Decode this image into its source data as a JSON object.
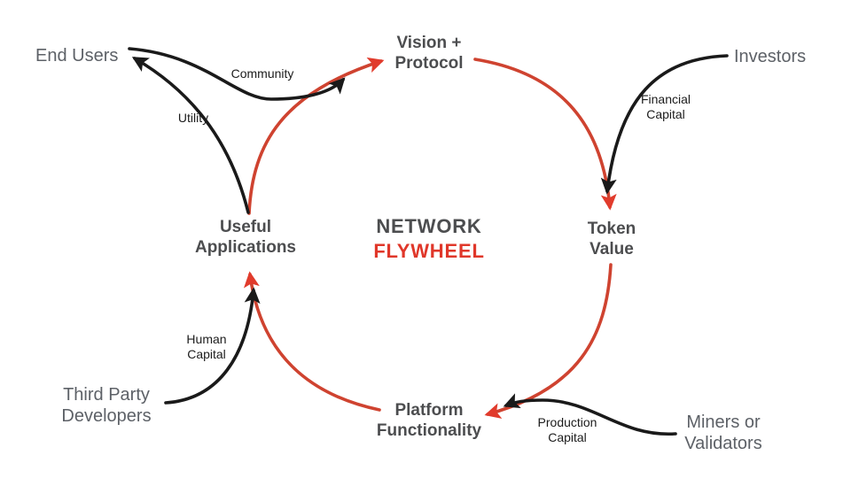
{
  "diagram": {
    "title_line1": "NETWORK",
    "title_line2": "FLYWHEEL"
  },
  "colors": {
    "flywheel_arrow_red": "#cf4330",
    "flywheel_arrowhead_red": "#e13b2c",
    "title_red": "#e0372a",
    "external_arrow_black": "#1a1a1a",
    "node_text": "#4c4d4f",
    "entity_text": "#5d6167"
  },
  "nodes": [
    {
      "id": "vision-protocol",
      "line1": "Vision +",
      "line2": "Protocol"
    },
    {
      "id": "token-value",
      "line1": "Token",
      "line2": "Value"
    },
    {
      "id": "platform-functionality",
      "line1": "Platform",
      "line2": "Functionality"
    },
    {
      "id": "useful-applications",
      "line1": "Useful",
      "line2": "Applications"
    }
  ],
  "entities": [
    {
      "id": "end-users",
      "text": "End Users"
    },
    {
      "id": "investors",
      "text": "Investors"
    },
    {
      "id": "third-party-developers",
      "line1": "Third Party",
      "line2": "Developers"
    },
    {
      "id": "miners-validators",
      "line1": "Miners or",
      "line2": "Validators"
    }
  ],
  "edge_labels": [
    {
      "id": "community",
      "text": "Community"
    },
    {
      "id": "utility",
      "text": "Utility"
    },
    {
      "id": "financial-capital",
      "line1": "Financial",
      "line2": "Capital"
    },
    {
      "id": "human-capital",
      "line1": "Human",
      "line2": "Capital"
    },
    {
      "id": "production-capital",
      "line1": "Production",
      "line2": "Capital"
    }
  ],
  "edges": [
    {
      "from": "Useful Applications",
      "to": "Vision + Protocol",
      "type": "flywheel",
      "color": "red",
      "label": ""
    },
    {
      "from": "Vision + Protocol",
      "to": "Token Value",
      "type": "flywheel",
      "color": "red",
      "label": ""
    },
    {
      "from": "Token Value",
      "to": "Platform Functionality",
      "type": "flywheel",
      "color": "red",
      "label": ""
    },
    {
      "from": "Platform Functionality",
      "to": "Useful Applications",
      "type": "flywheel",
      "color": "red",
      "label": ""
    },
    {
      "from": "End Users",
      "to": "Vision + Protocol",
      "type": "external",
      "color": "black",
      "label": "Community"
    },
    {
      "from": "Useful Applications",
      "to": "End Users",
      "type": "external",
      "color": "black",
      "label": "Utility"
    },
    {
      "from": "Investors",
      "to": "Token Value",
      "type": "external",
      "color": "black",
      "label": "Financial Capital"
    },
    {
      "from": "Third Party Developers",
      "to": "Useful Applications",
      "type": "external",
      "color": "black",
      "label": "Human Capital"
    },
    {
      "from": "Miners or Validators",
      "to": "Platform Functionality",
      "type": "external",
      "color": "black",
      "label": "Production Capital"
    }
  ]
}
